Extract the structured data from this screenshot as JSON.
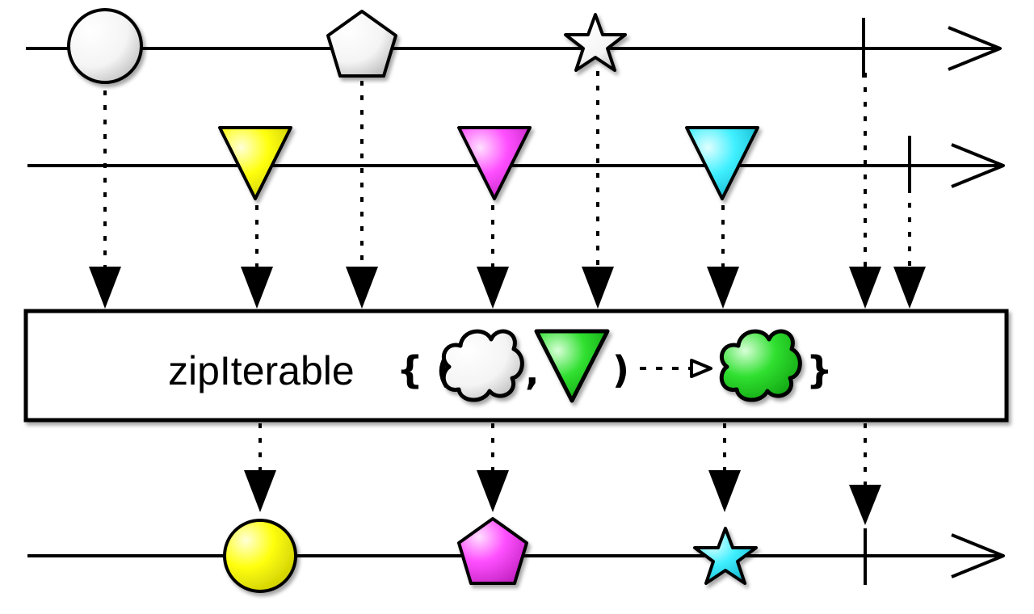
{
  "operator": {
    "label": "zipIterable",
    "open_brace": "{ (",
    "comma": ",",
    "close_paren": ")",
    "close_brace": "}"
  },
  "timelines": {
    "source": [
      "white-circle",
      "white-pentagon",
      "white-star",
      "completion"
    ],
    "iterable": [
      "yellow-triangle",
      "magenta-triangle",
      "cyan-triangle",
      "completion"
    ],
    "result": [
      "yellow-circle",
      "magenta-pentagon",
      "cyan-star",
      "completion"
    ]
  },
  "colors": {
    "white": "#ffffff",
    "yellow": "#ffff00",
    "magenta": "#ff40ff",
    "cyan": "#30f0ff",
    "green": "#20e020",
    "line": "#000000"
  },
  "icons": {
    "cloud_input": "cloud-icon",
    "triangle_input": "triangle-icon",
    "transform_arrow": "dashed-arrow-icon",
    "cloud_output": "cloud-icon"
  }
}
